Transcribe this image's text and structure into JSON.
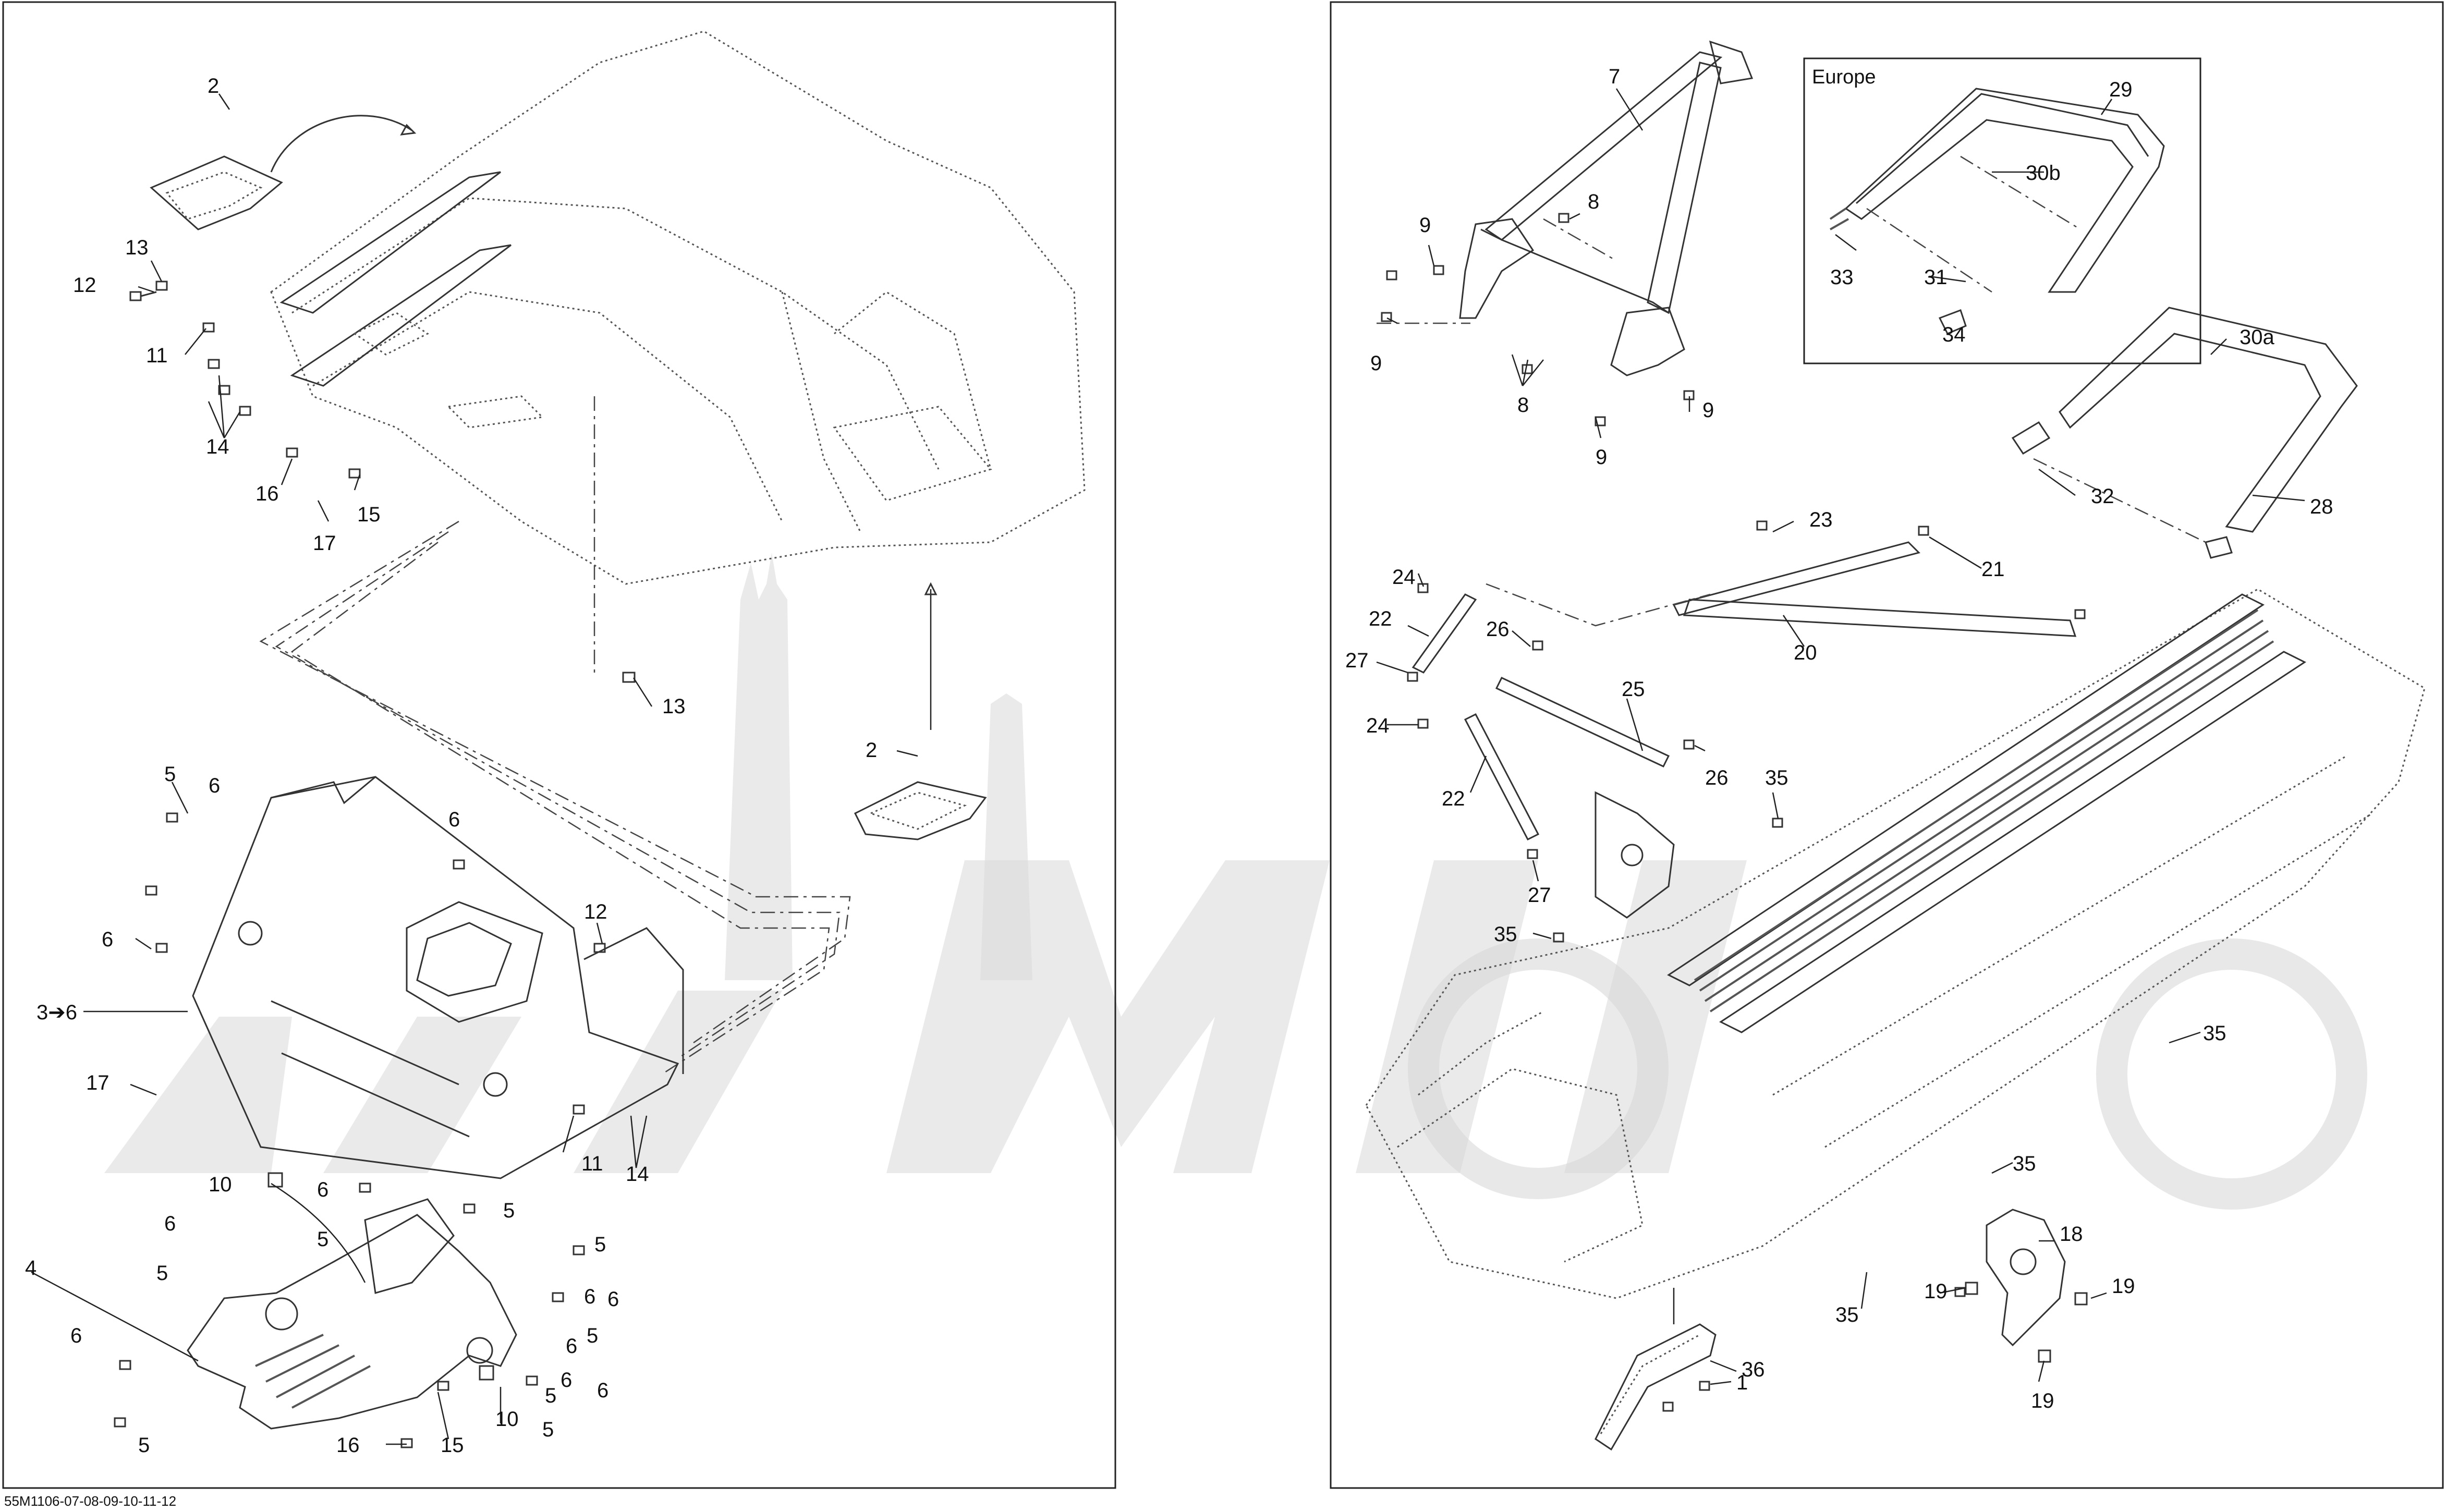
{
  "left_panel": {
    "callouts": [
      "2",
      "12",
      "13",
      "11",
      "14",
      "16",
      "15",
      "17",
      "13",
      "2",
      "5",
      "6",
      "6",
      "6",
      "3➔6",
      "17",
      "12",
      "11",
      "14",
      "10",
      "6",
      "5",
      "6",
      "5",
      "5",
      "5",
      "6",
      "5",
      "6",
      "6",
      "5",
      "10",
      "15",
      "16",
      "5",
      "6",
      "6",
      "4",
      "6",
      "5"
    ]
  },
  "right_panel": {
    "callouts": [
      "7",
      "8",
      "9",
      "9",
      "8",
      "9",
      "9",
      "29",
      "30b",
      "33",
      "31",
      "34",
      "30a",
      "32",
      "28",
      "23",
      "21",
      "24",
      "22",
      "27",
      "26",
      "20",
      "24",
      "25",
      "26",
      "22",
      "35",
      "27",
      "35",
      "35",
      "35",
      "35",
      "18",
      "19",
      "19",
      "19",
      "36",
      "1"
    ],
    "region_title": "Europe"
  },
  "footer_code": "55M1106-07-08-09-10-11-12",
  "colors": {
    "line": "#333333",
    "watermark": "#d9d9d9",
    "background": "#ffffff"
  }
}
